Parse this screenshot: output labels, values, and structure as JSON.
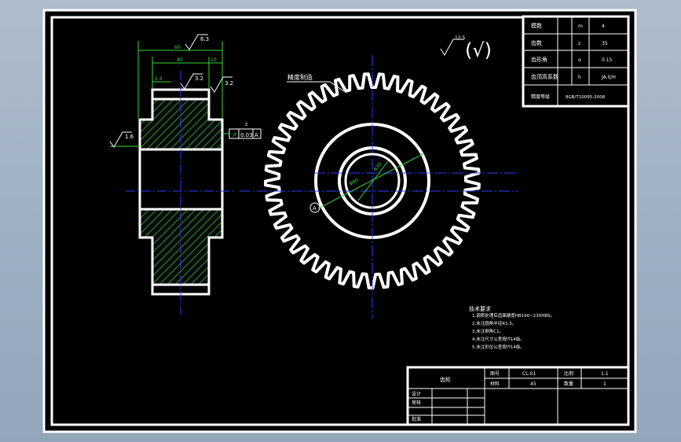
{
  "drawing": {
    "roughness_marks": {
      "rim_top": "6.3",
      "general": "12.5",
      "bore": "1.6",
      "teeth": "3.2",
      "side": "3.2"
    },
    "dimensions": {
      "overall_width": "60",
      "hub_width": "40",
      "rim_width": "10",
      "small_width": "2.4",
      "tolerance_value": "0.03",
      "tolerance_datum": "A",
      "center_label": "Z",
      "small_diam": "Φ30",
      "large_diam": "Φ80"
    },
    "leader_note": "精度制造",
    "datum_mark": "A"
  },
  "parameter_table": [
    {
      "label": "模数",
      "symbol": "m",
      "value": "4"
    },
    {
      "label": "齿数",
      "symbol": "z",
      "value": "35"
    },
    {
      "label": "齿形角",
      "symbol": "α",
      "value": "0.15"
    },
    {
      "label": "齿顶高系数",
      "symbol": "h",
      "value": "JA.0/H"
    },
    {
      "label": "精度等级",
      "symbol": "",
      "value": "8GB/T10095-2008"
    }
  ],
  "notes": {
    "title": "技术要求",
    "lines": [
      "1.调质处理后齿面硬度HB190~230HBS。",
      "2.未注圆角半径R1.5。",
      "3.未注倒角C1。",
      "4.未注尺寸公差按IT14级。",
      "5.未注形位公差按IT14级。"
    ]
  },
  "title_block": {
    "name": "齿轮",
    "ratio_label": "比例",
    "ratio_value": "1:1",
    "scale_label": "图号",
    "scale_value": "CL-01",
    "material_label": "材料",
    "material_value": "45",
    "qty_label": "数量",
    "qty_value": "1",
    "designer_label": "设计",
    "checker_label": "审核",
    "approver_label": "批准"
  },
  "colors": {
    "background": "#000000",
    "lines": "#ffffff",
    "centerlines": "#2b3cff",
    "dimensions": "#36d63a",
    "outer_bg": "#a3b3c6"
  }
}
